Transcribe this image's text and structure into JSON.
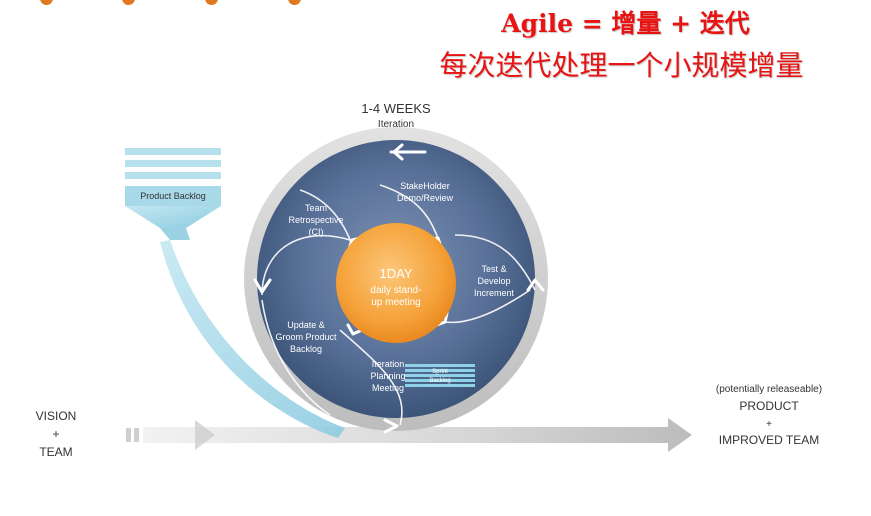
{
  "title": {
    "line1": "Agile = 增量 + 迭代",
    "line2": "每次迭代处理一个小规模增量"
  },
  "iteration": {
    "duration": "1-4 WEEKS",
    "label": "Iteration"
  },
  "daily": {
    "line1": "1DAY",
    "line2": "daily stand-",
    "line3": "up meeting"
  },
  "stages": {
    "stakeholder": [
      "StakeHolder",
      "Demo/Review"
    ],
    "retrospective": [
      "Team",
      "Retrospective",
      "(CI)"
    ],
    "test": [
      "Test &",
      "Develop",
      "Increment"
    ],
    "groom": [
      "Update &",
      "Groom Product",
      "Backlog"
    ],
    "planning": [
      "Iteration",
      "Planning",
      "Meeting"
    ]
  },
  "product_backlog": "Product Backlog",
  "sprint_backlog": [
    "Sprint",
    "Backlog"
  ],
  "vision": [
    "VISION",
    "+",
    "TEAM"
  ],
  "product": [
    "(potentially releaseable)",
    "PRODUCT",
    "+",
    "IMPROVED TEAM"
  ],
  "colors": {
    "title": "#e81414",
    "core": "#f5a23a",
    "ring": "#cfcfcf",
    "disk": "#4f6b93",
    "funnel": "#9fd6e6",
    "dots": "#e07820"
  }
}
